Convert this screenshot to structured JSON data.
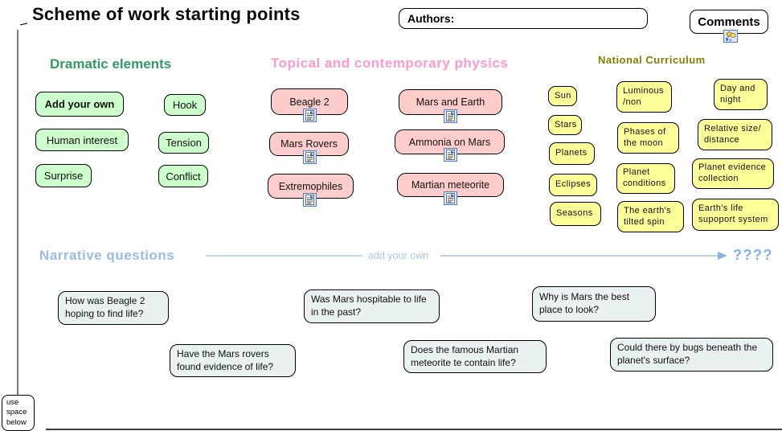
{
  "title": "Scheme of work starting points",
  "authors": {
    "label": "Authors:"
  },
  "comments": {
    "label": "Comments",
    "icon": "diagram-icon"
  },
  "colors": {
    "dramatic_header": "#339966",
    "dramatic_fill": "#ccffcc",
    "topical_header": "#ff99cc",
    "topical_fill": "#ffcccc",
    "curriculum_header": "#808000",
    "curriculum_fill": "#ffff99",
    "narrative_header": "#99bbea",
    "narrative_line": "#aac8ea",
    "question_fill": "#eaf1f1"
  },
  "dramatic": {
    "header": "Dramatic elements",
    "items": [
      {
        "label": "Add your own"
      },
      {
        "label": "Hook"
      },
      {
        "label": "Human interest"
      },
      {
        "label": "Tension"
      },
      {
        "label": "Surprise"
      },
      {
        "label": "Conflict"
      }
    ]
  },
  "topical": {
    "header": "Topical and contemporary physics",
    "items": [
      {
        "label": "Beagle 2",
        "icon": "document-icon"
      },
      {
        "label": "Mars and Earth",
        "icon": "document-icon"
      },
      {
        "label": "Mars Rovers",
        "icon": "document-icon"
      },
      {
        "label": "Ammonia on Mars",
        "icon": "document-icon"
      },
      {
        "label": "Extremophiles",
        "icon": "document-icon"
      },
      {
        "label": "Martian meteorite",
        "icon": "document-icon"
      }
    ]
  },
  "curriculum": {
    "header": "National Curriculum",
    "items": [
      {
        "label": "Sun"
      },
      {
        "label": "Stars"
      },
      {
        "label": "Planets"
      },
      {
        "label": "Eclipses"
      },
      {
        "label": "Seasons"
      },
      {
        "label": "Luminous /non"
      },
      {
        "label": "Phases of the moon"
      },
      {
        "label": "Planet conditions"
      },
      {
        "label": "The earth's tilted spin"
      },
      {
        "label": "Day and night"
      },
      {
        "label": "Relative size/ distance"
      },
      {
        "label": "Planet evidence collection"
      },
      {
        "label": "Earth's life supoport system"
      }
    ]
  },
  "narrative": {
    "header": "Narrative questions",
    "line_label": "add your own",
    "end_label": "????",
    "questions": [
      {
        "label": "How was Beagle 2 hoping to find life?"
      },
      {
        "label": "Was Mars hospitable to life in the past?"
      },
      {
        "label": "Why is Mars the best place  to look?"
      },
      {
        "label": "Have the Mars rovers found evidence of life?"
      },
      {
        "label": "Does the famous Martian meteorite te contain life?"
      },
      {
        "label": "Could there by bugs beneath the planet's surface?"
      }
    ]
  },
  "footer_note": {
    "label": "use space below"
  }
}
